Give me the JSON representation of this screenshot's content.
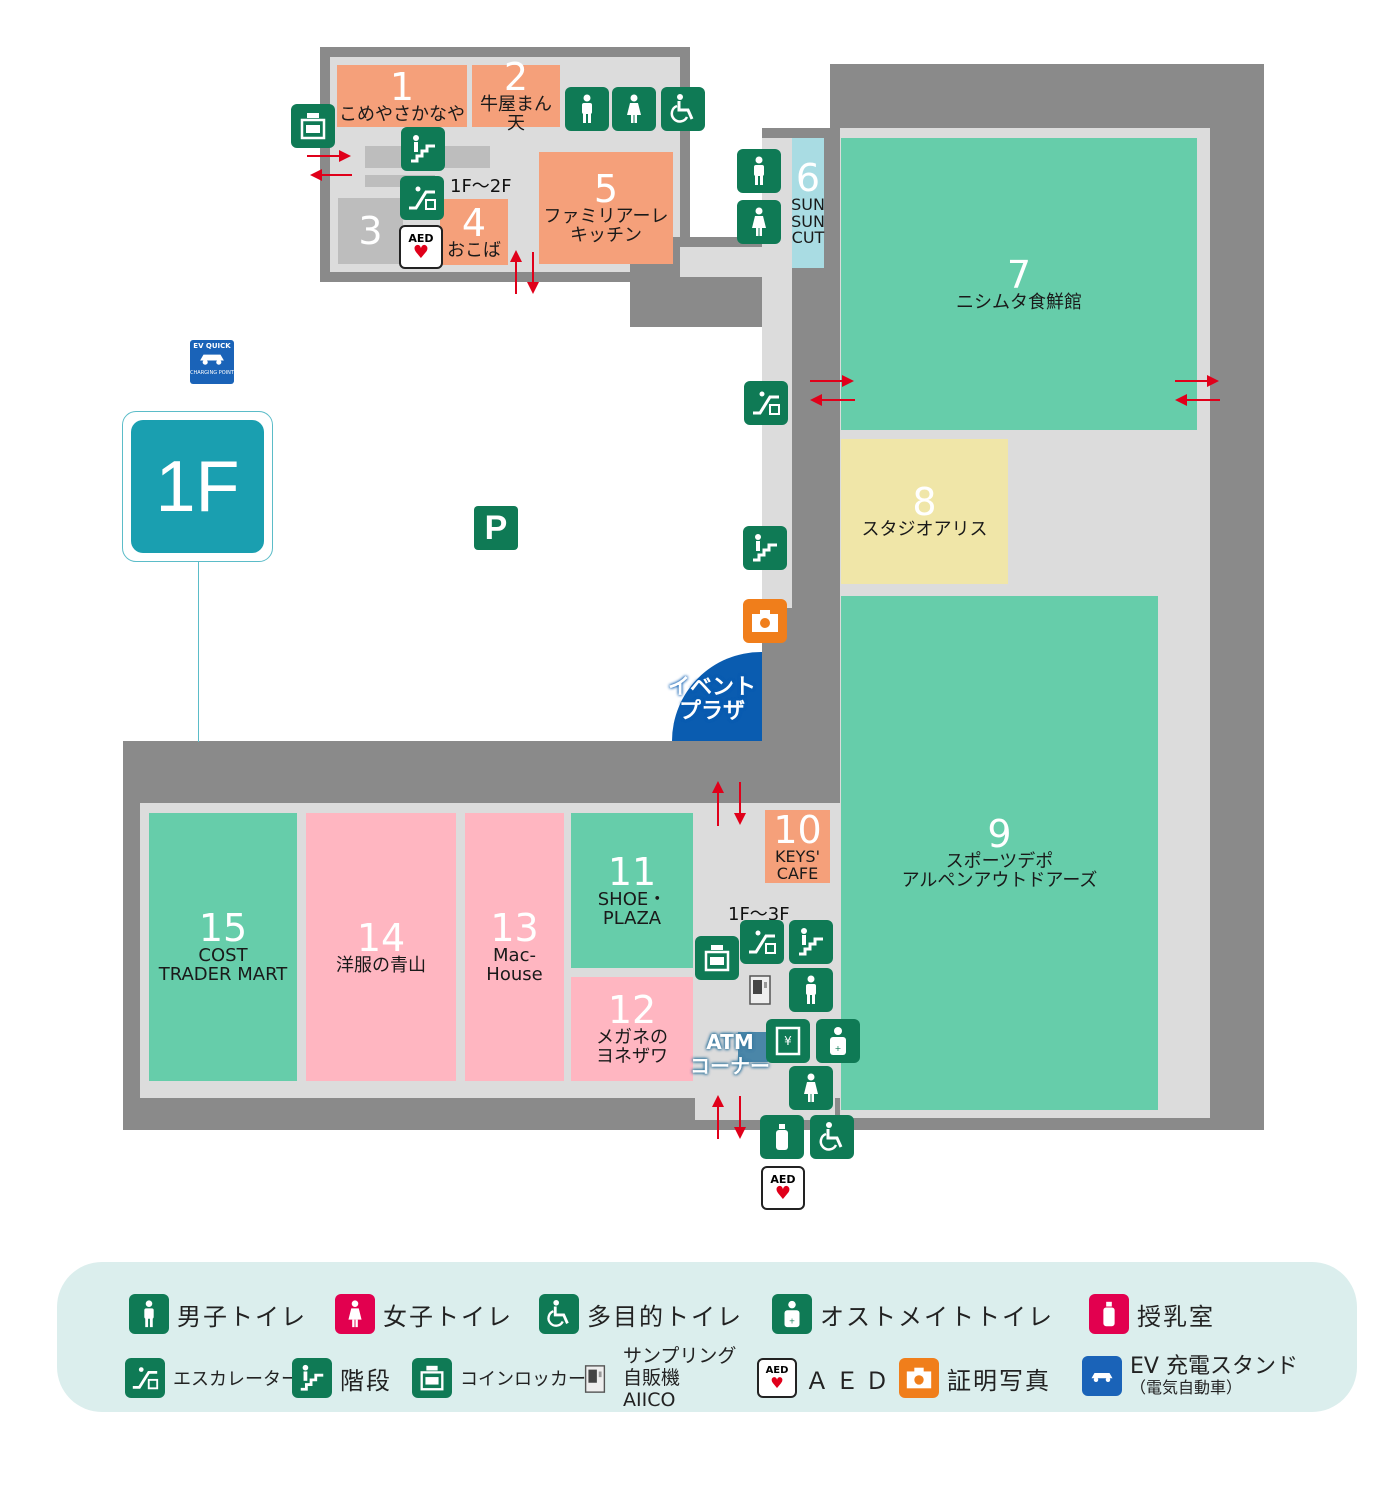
{
  "floor_label": "1F",
  "parking_label": "P",
  "event_plaza": {
    "line1": "イベント",
    "line2": "プラザ"
  },
  "atm_corner": {
    "line1": "ATM",
    "line2": "コーナー"
  },
  "escalator_labels": {
    "top": "1F〜2F",
    "bottom": "1F〜3F"
  },
  "ev_badge": {
    "top": "EV QUICK",
    "bottom": "CHARGING POINT"
  },
  "aed_text": "AED",
  "shops": [
    {
      "num": "1",
      "name": "こめやさかなや"
    },
    {
      "num": "2",
      "name": "牛屋まん天"
    },
    {
      "num": "3",
      "name": ""
    },
    {
      "num": "4",
      "name": "おこば"
    },
    {
      "num": "5",
      "name": "ファミリアーレ",
      "name2": "キッチン"
    },
    {
      "num": "6",
      "name": "SUN",
      "name2": "SUN",
      "name3": "CUT"
    },
    {
      "num": "7",
      "name": "ニシムタ食鮮館"
    },
    {
      "num": "8",
      "name": "スタジオアリス"
    },
    {
      "num": "9",
      "name": "スポーツデポ",
      "name2": "アルペンアウトドアーズ"
    },
    {
      "num": "10",
      "name": "KEYS'",
      "name2": "CAFE"
    },
    {
      "num": "11",
      "name": "SHOE・",
      "name2": "PLAZA"
    },
    {
      "num": "12",
      "name": "メガネの",
      "name2": "ヨネザワ"
    },
    {
      "num": "13",
      "name": "Mac-",
      "name2": "House"
    },
    {
      "num": "14",
      "name": "洋服の青山"
    },
    {
      "num": "15",
      "name": "COST",
      "name2": "TRADER MART"
    }
  ],
  "legend": {
    "mens_toilet": "男子トイレ",
    "womens_toilet": "女子トイレ",
    "multipurpose_toilet": "多目的トイレ",
    "ostomate_toilet": "オストメイトトイレ",
    "nursing_room": "授乳室",
    "escalator": "エスカレーター",
    "stairs": "階段",
    "coin_locker": "コインロッカー",
    "sampling": "サンプリング",
    "vending": "自販機",
    "aiico": "AIICO",
    "aed": "ＡＥＤ",
    "id_photo": "証明写真",
    "ev_stand": "EV 充電スタンド",
    "ev_note": "（電気自動車）"
  },
  "colors": {
    "icon_green": "#0f7a55",
    "floor_teal": "#1a9fb0",
    "event_blue": "#0a5cb0",
    "arrow_red": "#e0001a"
  }
}
